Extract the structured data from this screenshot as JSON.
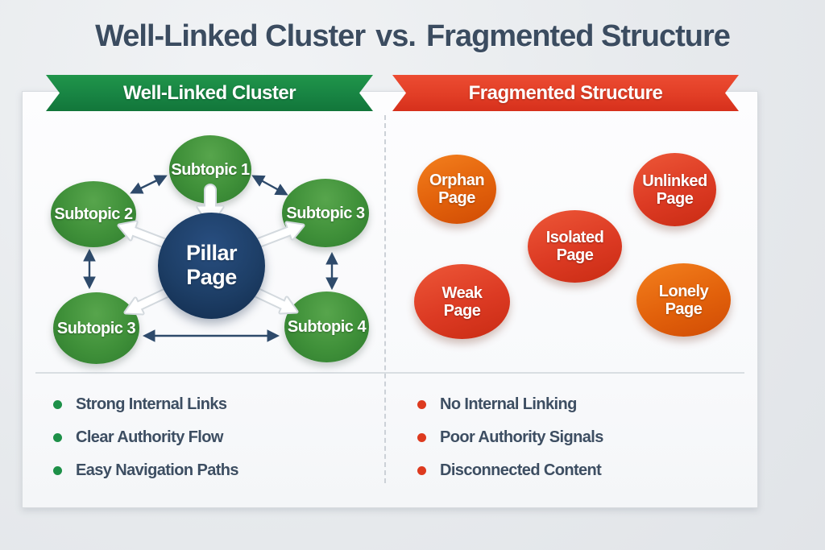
{
  "title": {
    "part1": "Well-Linked Cluster",
    "vs": "vs.",
    "part2": "Fragmented Structure"
  },
  "left_panel": {
    "banner_label": "Well-Linked Cluster",
    "banner_color": "#188443",
    "pillar_label": "Pillar Page",
    "subtopics": [
      {
        "label": "Subtopic 1"
      },
      {
        "label": "Subtopic 2"
      },
      {
        "label": "Subtopic 3"
      },
      {
        "label": "Subtopic 3"
      },
      {
        "label": "Subtopic 4"
      }
    ],
    "node_color": "#3f9039",
    "pillar_color": "#1d3e66",
    "bullets": [
      "Strong Internal Links",
      "Clear Authority Flow",
      "Easy Navigation Paths"
    ],
    "bullet_dot_color": "#1d9048"
  },
  "right_panel": {
    "banner_label": "Fragmented Structure",
    "banner_color": "#e23e26",
    "nodes": [
      {
        "label": "Orphan Page",
        "color": "#e2610b"
      },
      {
        "label": "Unlinked Page",
        "color": "#dc3a23"
      },
      {
        "label": "Isolated Page",
        "color": "#dc3a23"
      },
      {
        "label": "Weak Page",
        "color": "#dc3a23"
      },
      {
        "label": "Lonely Page",
        "color": "#e2610b"
      }
    ],
    "bullets": [
      "No Internal Linking",
      "Poor Authority Signals",
      "Disconnected Content"
    ],
    "bullet_dot_color": "#dd3a1f"
  },
  "colors": {
    "title_text": "#3b4c60",
    "card_bg": "#fbfcfd",
    "page_bg": "#e7eaed"
  }
}
